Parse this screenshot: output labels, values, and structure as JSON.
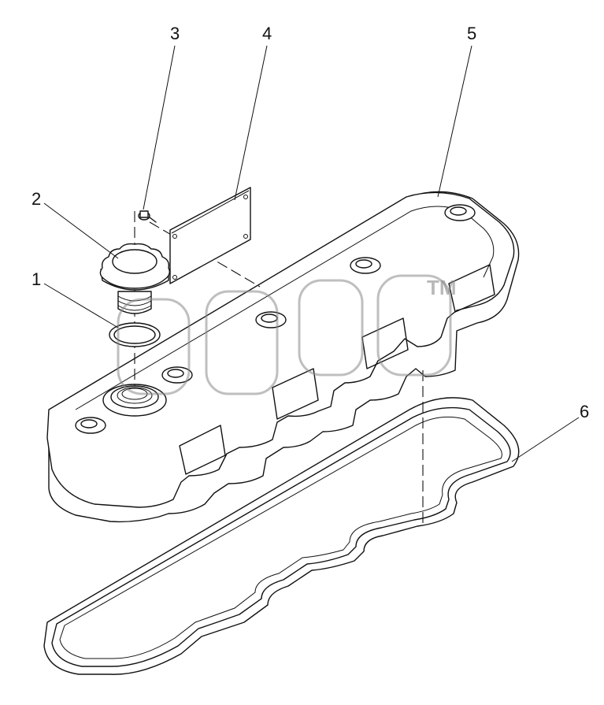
{
  "diagram": {
    "callouts": [
      {
        "id": "1",
        "label": "1"
      },
      {
        "id": "2",
        "label": "2"
      },
      {
        "id": "3",
        "label": "3"
      },
      {
        "id": "4",
        "label": "4"
      },
      {
        "id": "5",
        "label": "5"
      },
      {
        "id": "6",
        "label": "6"
      }
    ],
    "watermark": {
      "mark": "TM"
    }
  }
}
